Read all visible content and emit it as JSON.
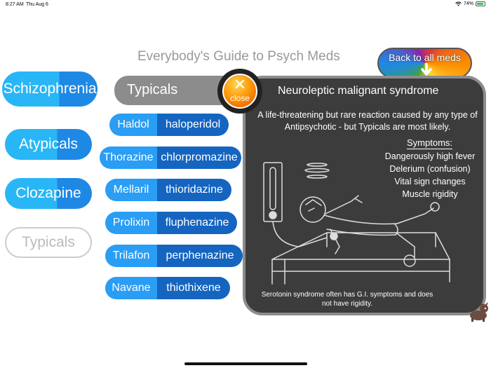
{
  "status": {
    "time": "8:27 AM",
    "date": "Thu Aug 6",
    "battery": "74%"
  },
  "header": {
    "title": "Everybody's Guide to Psych Meds",
    "back_label": "Back to all meds"
  },
  "sidebar": {
    "items": [
      {
        "label": "Schizophrenia"
      },
      {
        "label": "Atypicals"
      },
      {
        "label": "Clozapine"
      },
      {
        "label": "Typicals"
      }
    ]
  },
  "tab": {
    "label": "Typicals"
  },
  "drugs": [
    {
      "brand": "Haldol",
      "generic": "haloperidol"
    },
    {
      "brand": "Thorazine",
      "generic": "chlorpromazine"
    },
    {
      "brand": "Mellaril",
      "generic": "thioridazine"
    },
    {
      "brand": "Prolixin",
      "generic": "fluphenazine"
    },
    {
      "brand": "Trilafon",
      "generic": "perphenazine"
    },
    {
      "brand": "Navane",
      "generic": "thiothixene"
    }
  ],
  "panel": {
    "close_label": "close",
    "title": "Neuroleptic malignant syndrome",
    "description": "A life-threatening but rare reaction caused by any type of Antipsychotic - but Typicals are most likely.",
    "symptoms_heading": "Symptoms:",
    "symptoms": [
      "Dangerously high fever",
      "Delerium (confusion)",
      "Vital sign changes",
      "Muscle rigidity"
    ],
    "note": "Serotonin syndrome often has G.I. symptoms and does not have rigidity."
  },
  "colors": {
    "accent_blue": "#29b6f6",
    "dark_blue": "#1565c0",
    "panel_bg": "#3c3c3c",
    "close_orange": "#fb8c00"
  }
}
